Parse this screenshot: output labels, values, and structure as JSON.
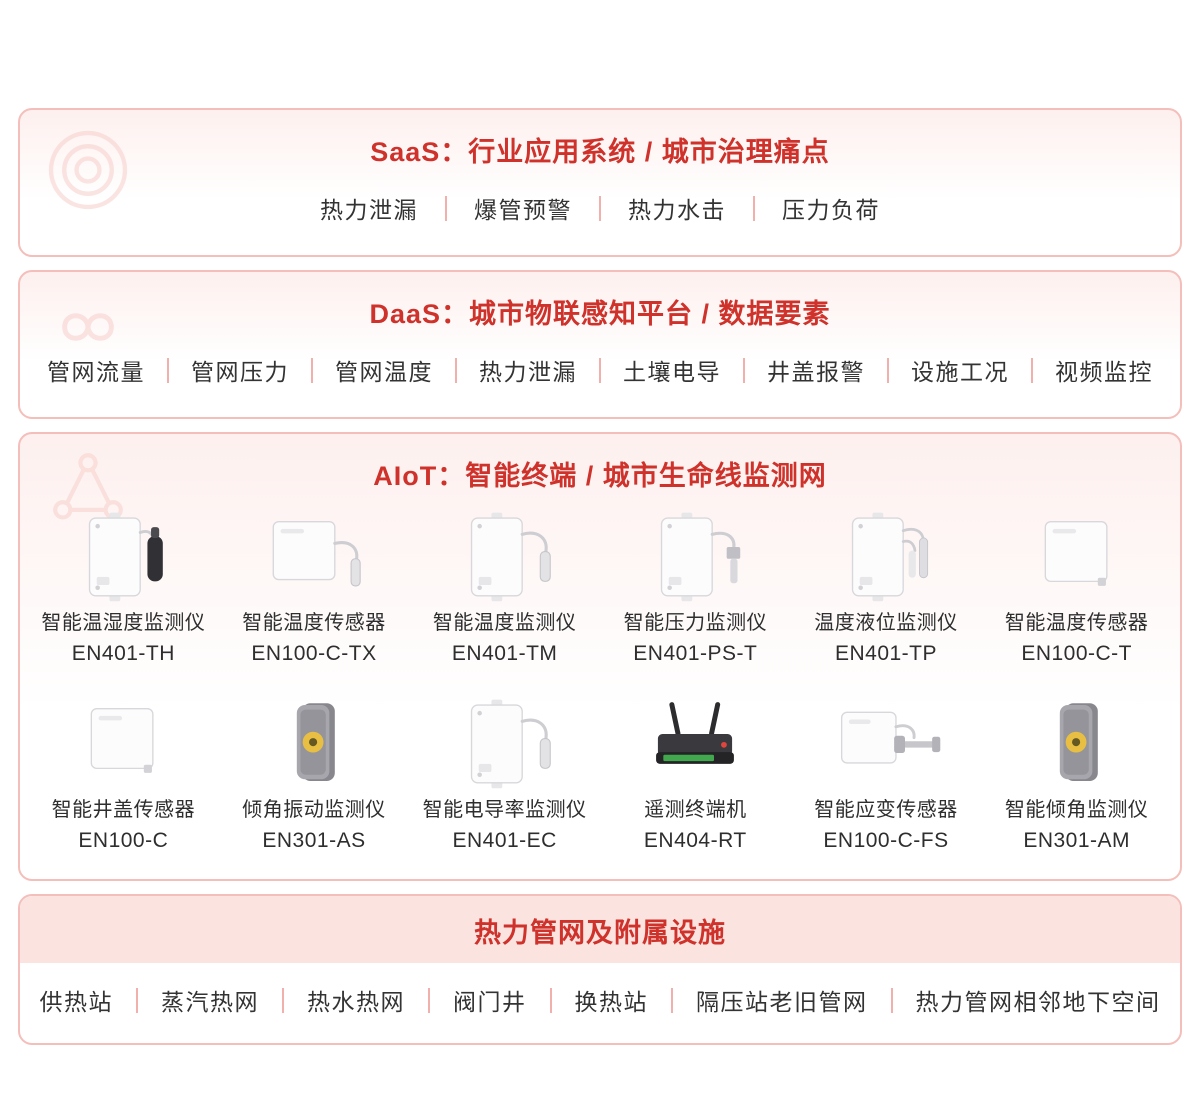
{
  "colors": {
    "title_red": "#ce322b",
    "border_pink": "#f4beba",
    "band_pink": "#fbe3e0",
    "separator_pink": "#f1b0ab",
    "body_text": "#333333",
    "accent_yellow": "#e8bf43",
    "accent_green": "#41a84e"
  },
  "sections": {
    "saas": {
      "title": "SaaS：行业应用系统 / 城市治理痛点",
      "watermark_icon": "target-rings-icon",
      "items": [
        "热力泄漏",
        "爆管预警",
        "热力水击",
        "压力负荷"
      ]
    },
    "daas": {
      "title": "DaaS：城市物联感知平台 / 数据要素",
      "watermark_icon": "infinity-icon",
      "items": [
        "管网流量",
        "管网压力",
        "管网温度",
        "热力泄漏",
        "土壤电导",
        "井盖报警",
        "设施工况",
        "视频监控"
      ]
    },
    "aiot": {
      "title": "AIoT：智能终端 / 城市生命线监测网",
      "watermark_icon": "network-nodes-icon",
      "products": [
        {
          "name": "智能温湿度监测仪",
          "model": "EN401-TH",
          "icon": "monitor-box-black-probe-icon"
        },
        {
          "name": "智能温度传感器",
          "model": "EN100-C-TX",
          "icon": "flat-panel-cable-probe-icon"
        },
        {
          "name": "智能温度监测仪",
          "model": "EN401-TM",
          "icon": "monitor-box-cable-probe-icon"
        },
        {
          "name": "智能压力监测仪",
          "model": "EN401-PS-T",
          "icon": "monitor-box-pressure-transducer-icon"
        },
        {
          "name": "温度液位监测仪",
          "model": "EN401-TP",
          "icon": "monitor-box-dual-probe-icon"
        },
        {
          "name": "智能温度传感器",
          "model": "EN100-C-T",
          "icon": "flat-panel-icon"
        },
        {
          "name": "智能井盖传感器",
          "model": "EN100-C",
          "icon": "flat-panel-icon"
        },
        {
          "name": "倾角振动监测仪",
          "model": "EN301-AS",
          "icon": "tilt-sensor-icon"
        },
        {
          "name": "智能电导率监测仪",
          "model": "EN401-EC",
          "icon": "monitor-box-cable-probe-icon"
        },
        {
          "name": "遥测终端机",
          "model": "EN404-RT",
          "icon": "router-antenna-icon"
        },
        {
          "name": "智能应变传感器",
          "model": "EN100-C-FS",
          "icon": "flat-panel-strain-arm-icon"
        },
        {
          "name": "智能倾角监测仪",
          "model": "EN301-AM",
          "icon": "tilt-sensor-icon"
        }
      ]
    },
    "facilities": {
      "title": "热力管网及附属设施",
      "items": [
        "供热站",
        "蒸汽热网",
        "热水热网",
        "阀门井",
        "换热站",
        "隔压站老旧管网",
        "热力管网相邻地下空间"
      ]
    }
  }
}
